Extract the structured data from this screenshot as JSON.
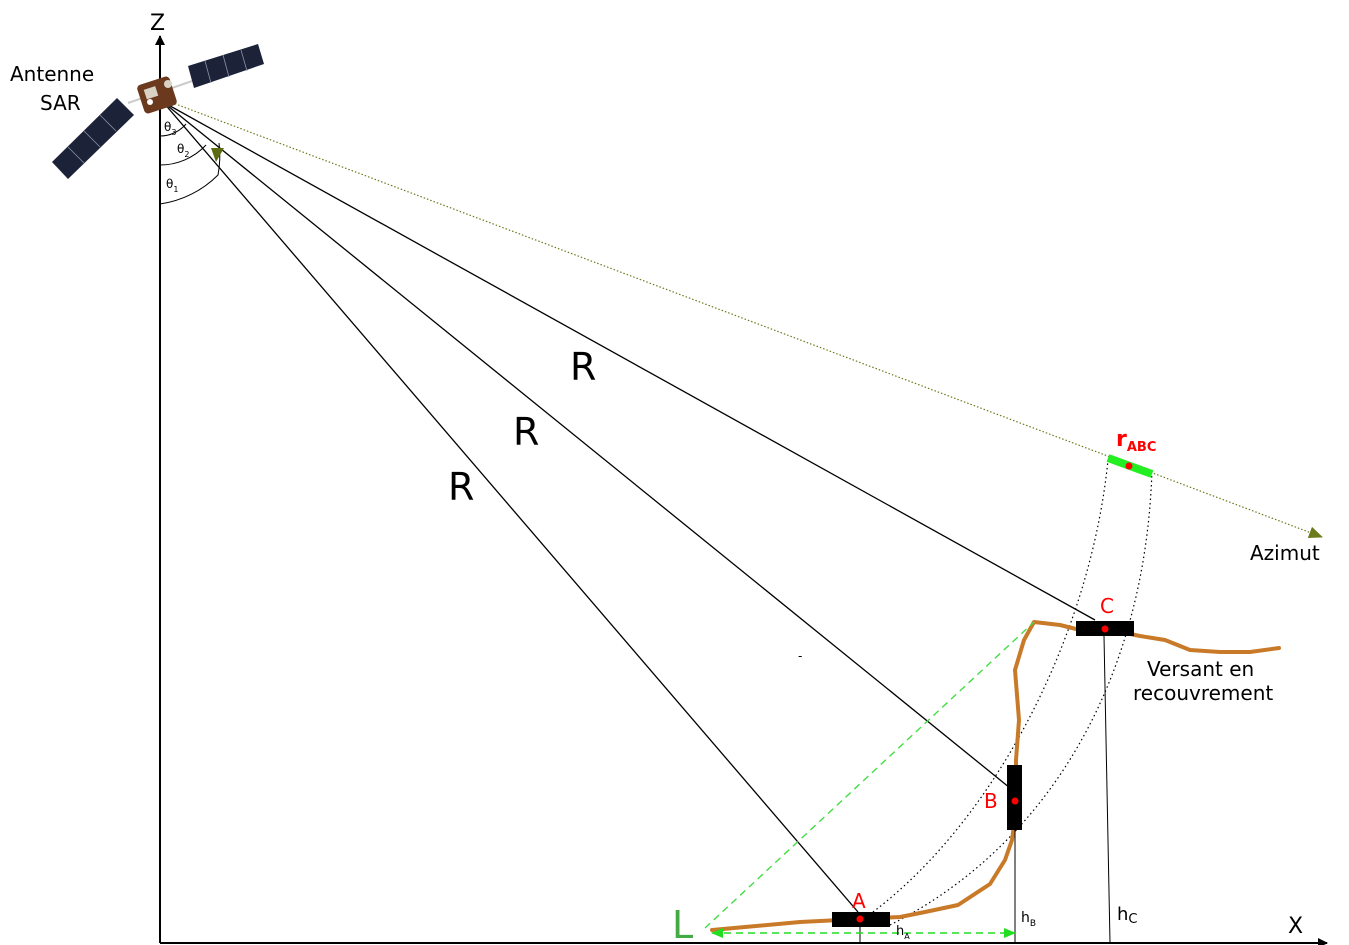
{
  "axes": {
    "z_label": "Z",
    "x_label": "X"
  },
  "antenna": {
    "line1": "Antenne",
    "line2": "SAR"
  },
  "angles": [
    {
      "sym": "θ",
      "sub": "3"
    },
    {
      "sym": "θ",
      "sub": "2"
    },
    {
      "sym": "θ",
      "sub": "1"
    }
  ],
  "range_labels": [
    "R",
    "R",
    "R"
  ],
  "points": {
    "a": "A",
    "b": "B",
    "c": "C"
  },
  "resolution_cell": {
    "main": "r",
    "sub": "ABC"
  },
  "azimuth_label": "Azimut",
  "slope_label": {
    "line1": "Versant en",
    "line2": "recouvrement"
  },
  "heights": [
    {
      "main": "h",
      "sub": "A"
    },
    {
      "main": "h",
      "sub": "B"
    },
    {
      "main": "h",
      "sub": "C"
    }
  ],
  "layover_length_label": "L",
  "stray_mark": "-",
  "colors": {
    "terrain": "#c87a28",
    "point_text": "#ff0000",
    "cell_green": "#22ee22",
    "layover_green": "#44cc44",
    "azimuth_line": "#6b7a1a",
    "panel": "#1c2238",
    "sat_body": "#6b3a1e"
  }
}
